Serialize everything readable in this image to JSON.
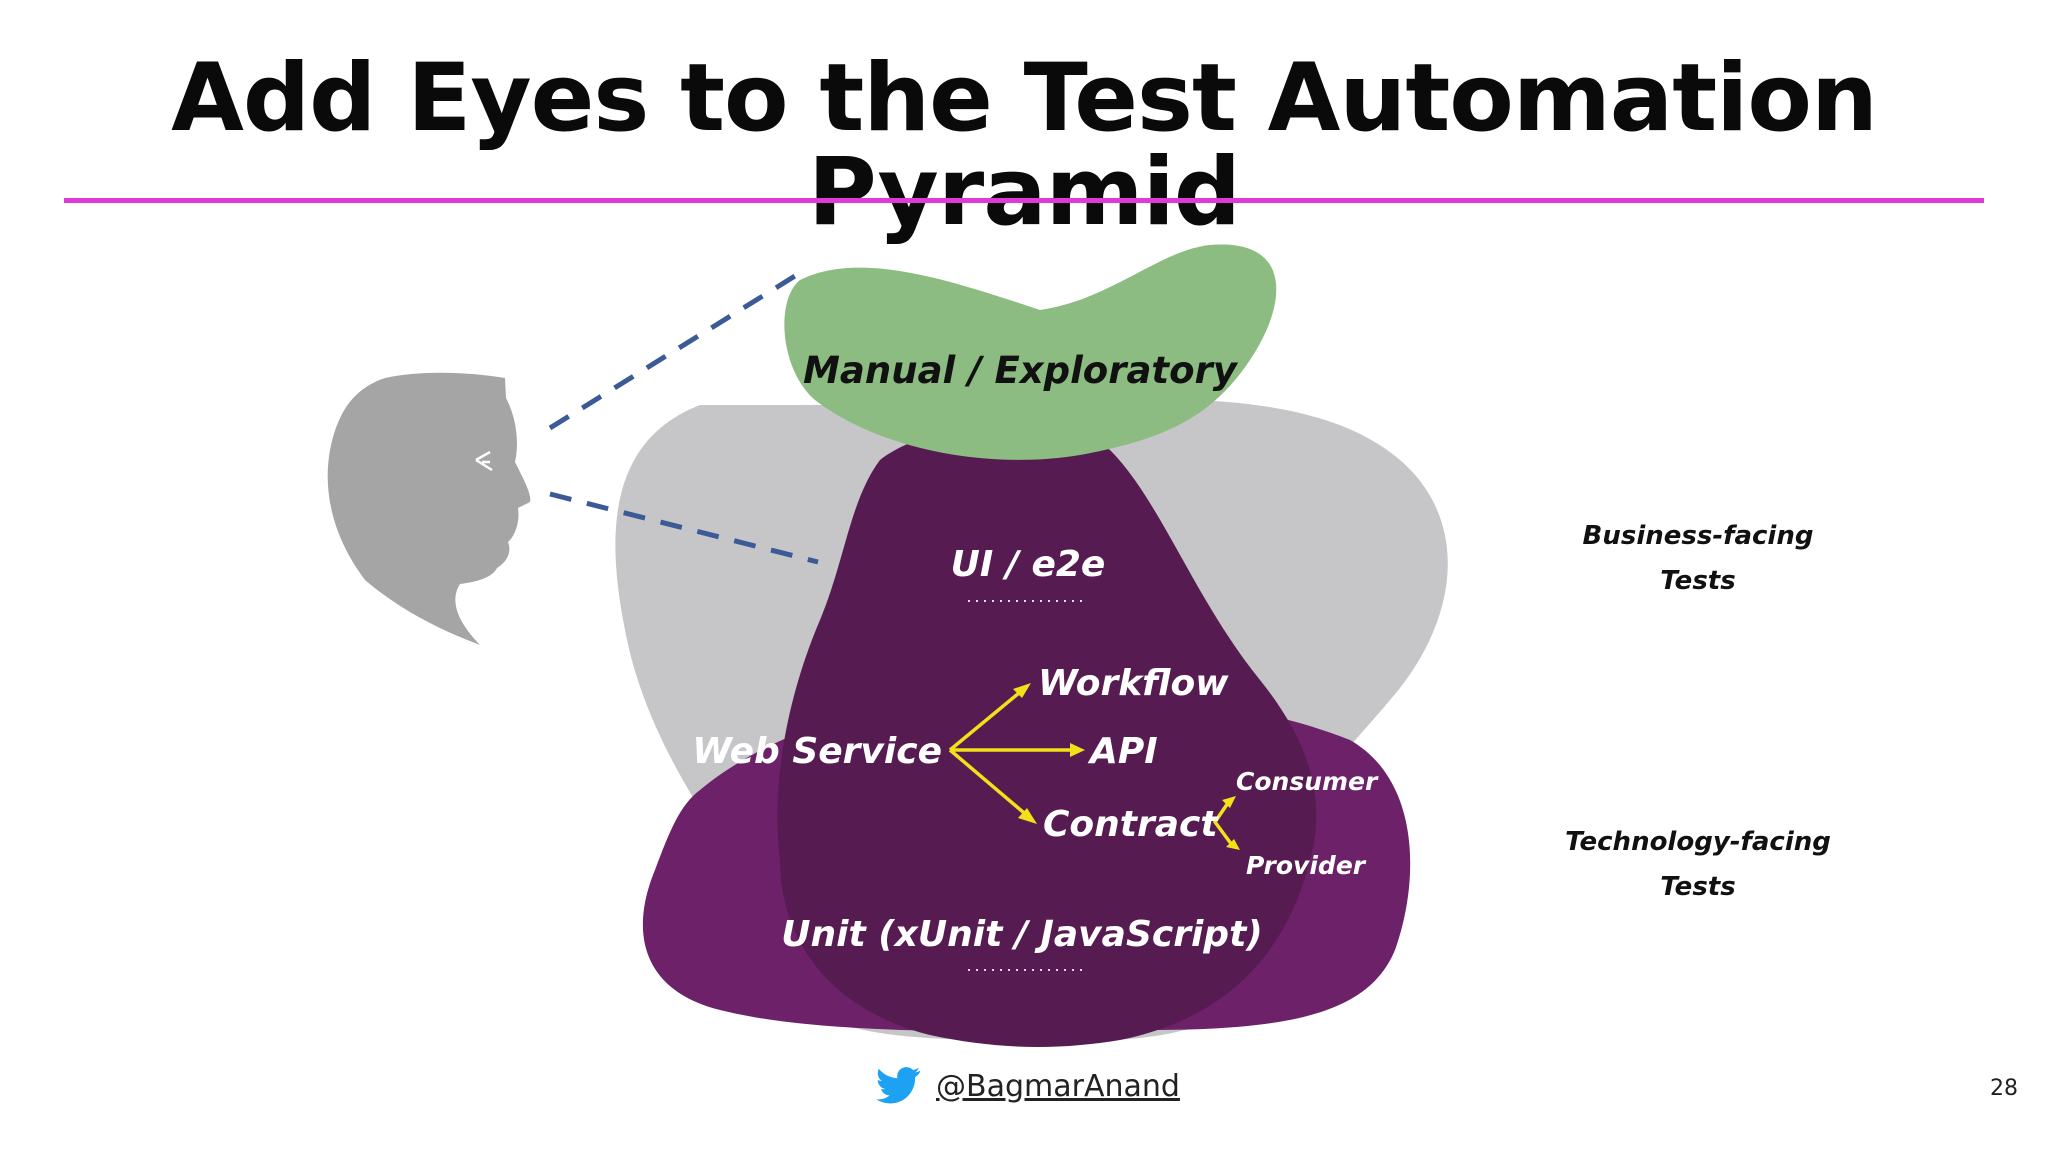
{
  "slide": {
    "title": "Add Eyes to the Test Automation Pyramid",
    "accent_color": "#dd3ad9",
    "number": "28"
  },
  "diagram": {
    "top_cloud": {
      "label": "Manual / Exploratory",
      "color": "#8cbc81"
    },
    "pyramid": {
      "color": "#561c52",
      "back_color": "#c6c6c9",
      "base_color": "#6c2169"
    },
    "layers": {
      "ui": "UI / e2e",
      "web_service": "Web Service",
      "workflow": "Workflow",
      "api": "API",
      "contract": "Contract",
      "consumer": "Consumer",
      "provider": "Provider",
      "unit": "Unit (xUnit / JavaScript)"
    },
    "arrow_color": "#f4e01a",
    "sight_line_color": "#3b5a96",
    "side_labels": {
      "business": [
        "Business-facing",
        "Tests"
      ],
      "technology": [
        "Technology-facing",
        "Tests"
      ]
    }
  },
  "footer": {
    "handle": "@BagmarAnand",
    "icon": "twitter-bird-icon"
  }
}
